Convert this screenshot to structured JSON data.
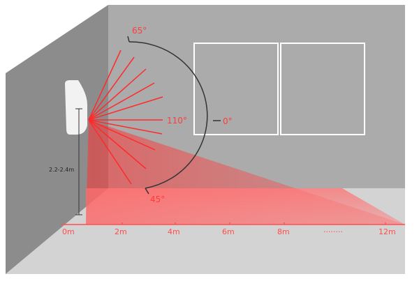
{
  "diagram": {
    "angles": {
      "top": "65°",
      "center": "110°",
      "right": "0°",
      "bottom": "45°"
    },
    "height_label": "2.2-2.4m",
    "axis_ticks": [
      "0m",
      "2m",
      "4m",
      "6m",
      "8m",
      "........",
      "12m"
    ],
    "colors": {
      "beam": "#ff2a2a",
      "back_wall": "#ababab",
      "side_wall": "#8c8c8c",
      "floor": "#d3d3d3",
      "window": "#ffffff"
    }
  }
}
